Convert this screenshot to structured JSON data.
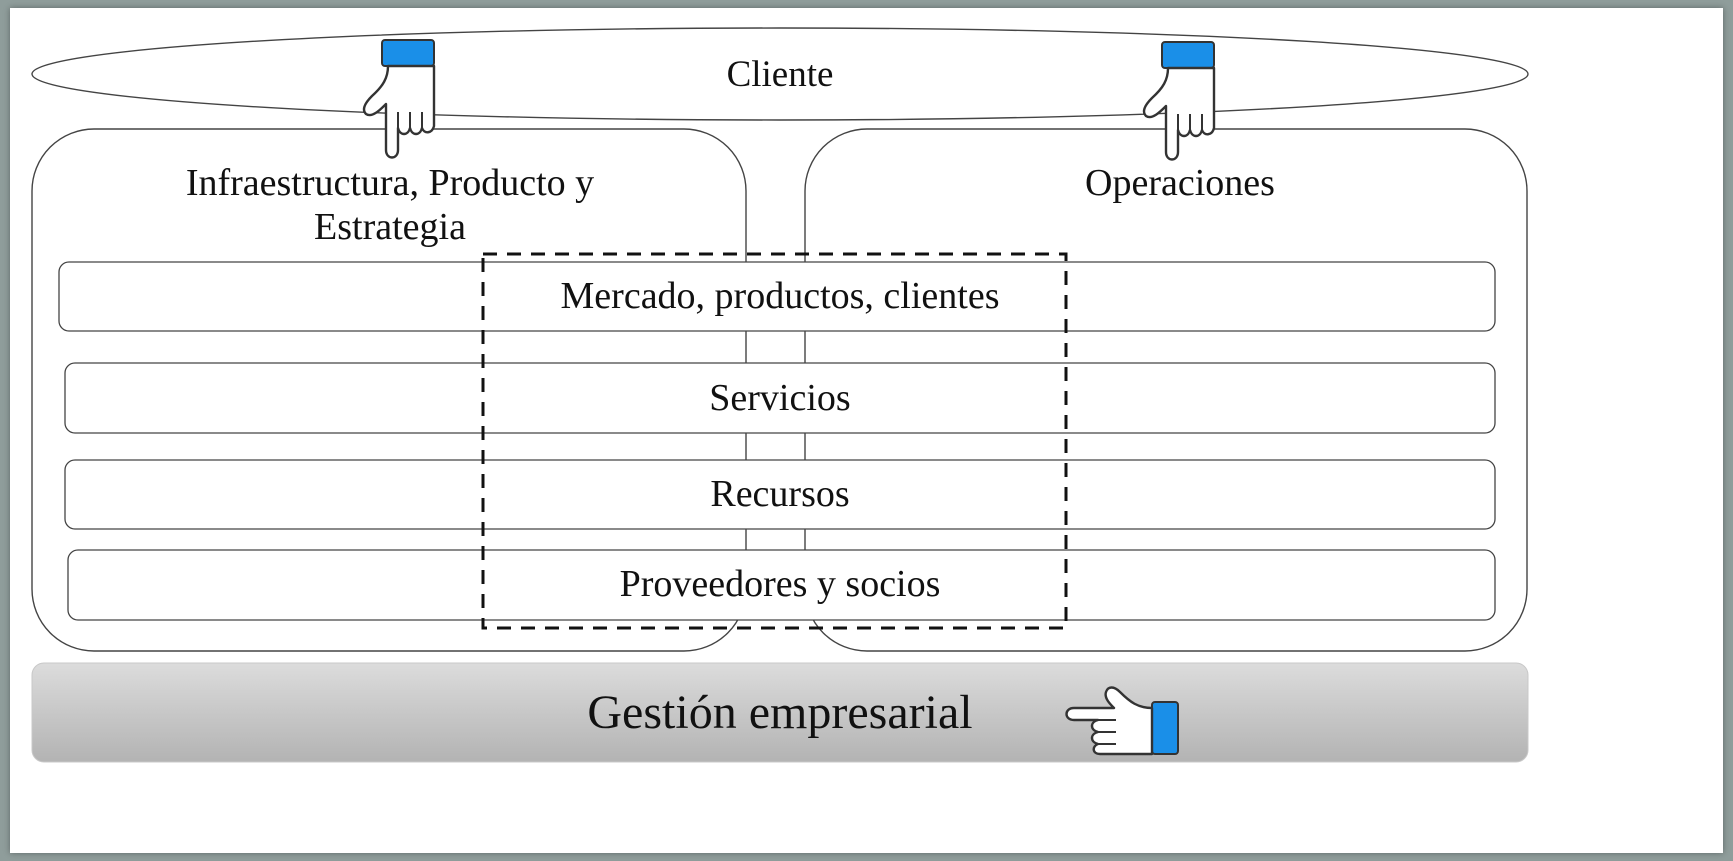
{
  "diagram": {
    "client_label": "Cliente",
    "left_panel_title": "Infraestructura, Producto y Estrategia",
    "right_panel_title": "Operaciones",
    "layers": [
      "Mercado, productos, clientes",
      "Servicios",
      "Recursos",
      "Proveedores y socios"
    ],
    "footer_label": "Gestión empresarial"
  },
  "colors": {
    "accent_blue": "#1a8fe8",
    "footer_gray_light": "#dcdcdc",
    "footer_gray_dark": "#b5b5b5"
  },
  "icons": [
    "pointing-hand-down-icon",
    "pointing-hand-down-icon",
    "pointing-hand-left-icon"
  ]
}
